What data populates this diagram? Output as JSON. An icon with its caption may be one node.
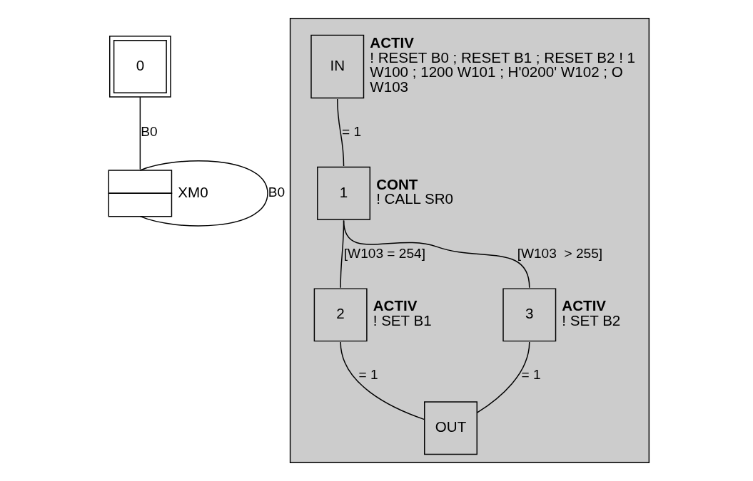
{
  "diagram": {
    "nodes": [
      {
        "text": [
          "0"
        ]
      },
      {
        "text": [],
        "shape": "box",
        "beside": [
          "XM0"
        ]
      },
      {
        "text": [],
        "shape": "band"
      },
      {
        "text": [
          "IN"
        ],
        "in": 2,
        "beside": [
          "ACTIV",
          "! RESET B0 ; RESET B1 ; RESET B2 ! 1 W100 ; 1200 W101 ; H'0200' W102 ; O W103"
        ]
      },
      {
        "text": [
          "1"
        ],
        "in": 2,
        "beside": [
          "CONT",
          "! CALL SR0"
        ]
      },
      {
        "text": [
          "2"
        ],
        "in": 2,
        "beside": [
          "ACTIV",
          "! SET B1"
        ]
      },
      {
        "text": [
          "3"
        ],
        "in": 2,
        "beside": [
          "ACTIV",
          "! SET B2"
        ]
      },
      {
        "text": [
          "OUT"
        ],
        "in": 2
      }
    ],
    "edges": [
      {
        "from": 0,
        "to": 1,
        "arrow": "none",
        "label": "B0"
      },
      {
        "from": 1,
        "to": 1,
        "arrow": "none",
        "label": "B0"
      },
      {
        "from": 3,
        "to": 4,
        "arrow": "none",
        "label": "= 1"
      },
      {
        "from": 4,
        "to": 5,
        "arrow": "none",
        "label": "[W103 = 254]"
      },
      {
        "from": 4,
        "to": 6,
        "arrow": "none",
        "label": "[W103  > 255]"
      },
      {
        "from": 5,
        "to": 7,
        "arrow": "none",
        "label": "= 1"
      },
      {
        "from": 6,
        "to": 7,
        "arrow": "none",
        "label": "= 1"
      }
    ]
  }
}
